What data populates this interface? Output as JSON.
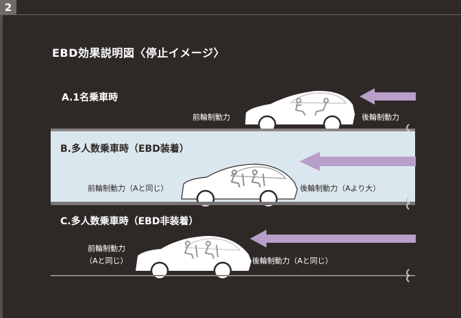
{
  "page_number": "2",
  "title": "EBD効果説明図〈停止イメージ〉",
  "sections": [
    {
      "label": "A.1名乗車時",
      "front_force": "前輪制動力",
      "rear_force": "後輪制動力"
    },
    {
      "label": "B.多人数乗車時（EBD装着）",
      "front_force": "前輪制動力（Aと同じ）",
      "rear_force": "後輪制動力（Aより大）"
    },
    {
      "label": "C.多人数乗車時（EBD非装着）",
      "front_force_line1": "前輪制動力",
      "front_force_line2": "（Aと同じ）",
      "rear_force": "後輪制動力（Aと同じ）"
    }
  ],
  "colors": {
    "background": "#2e2927",
    "highlight_panel": "#dbe7ee",
    "arrow": "#b79fc9",
    "car": "#ffffff"
  },
  "icons": [
    "car-icon",
    "passenger-icon",
    "direction-arrow-icon",
    "road-break-icon"
  ]
}
